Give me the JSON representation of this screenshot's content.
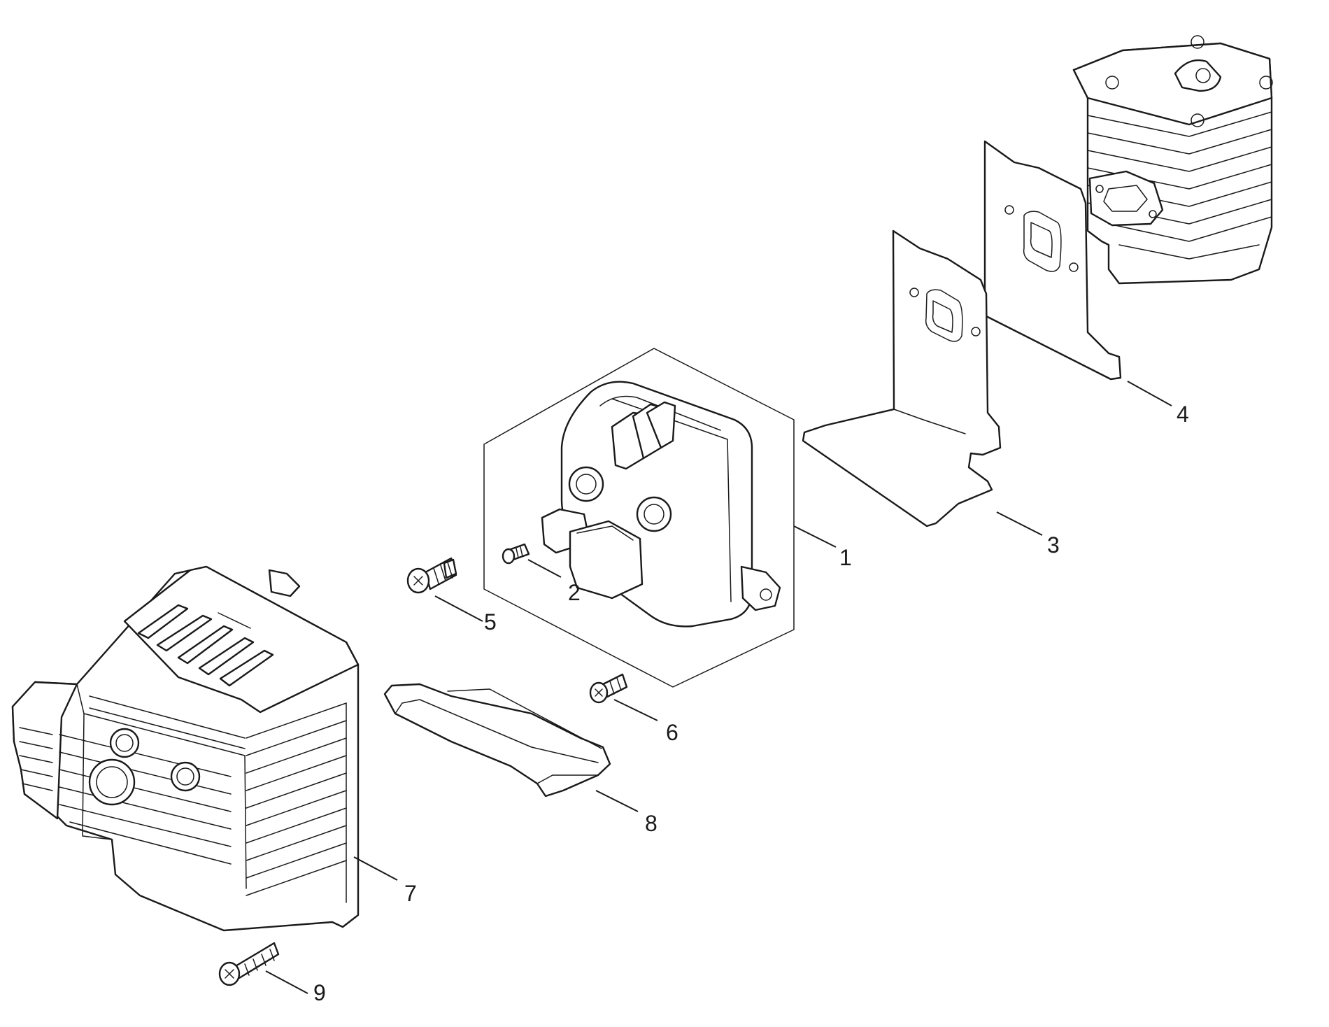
{
  "callouts": {
    "c1": "1",
    "c2": "2",
    "c3": "3",
    "c4": "4",
    "c5": "5",
    "c6": "6",
    "c7": "7",
    "c8": "8",
    "c9": "9"
  },
  "colors": {
    "line": "#1a1a1a",
    "background": "#ffffff"
  }
}
